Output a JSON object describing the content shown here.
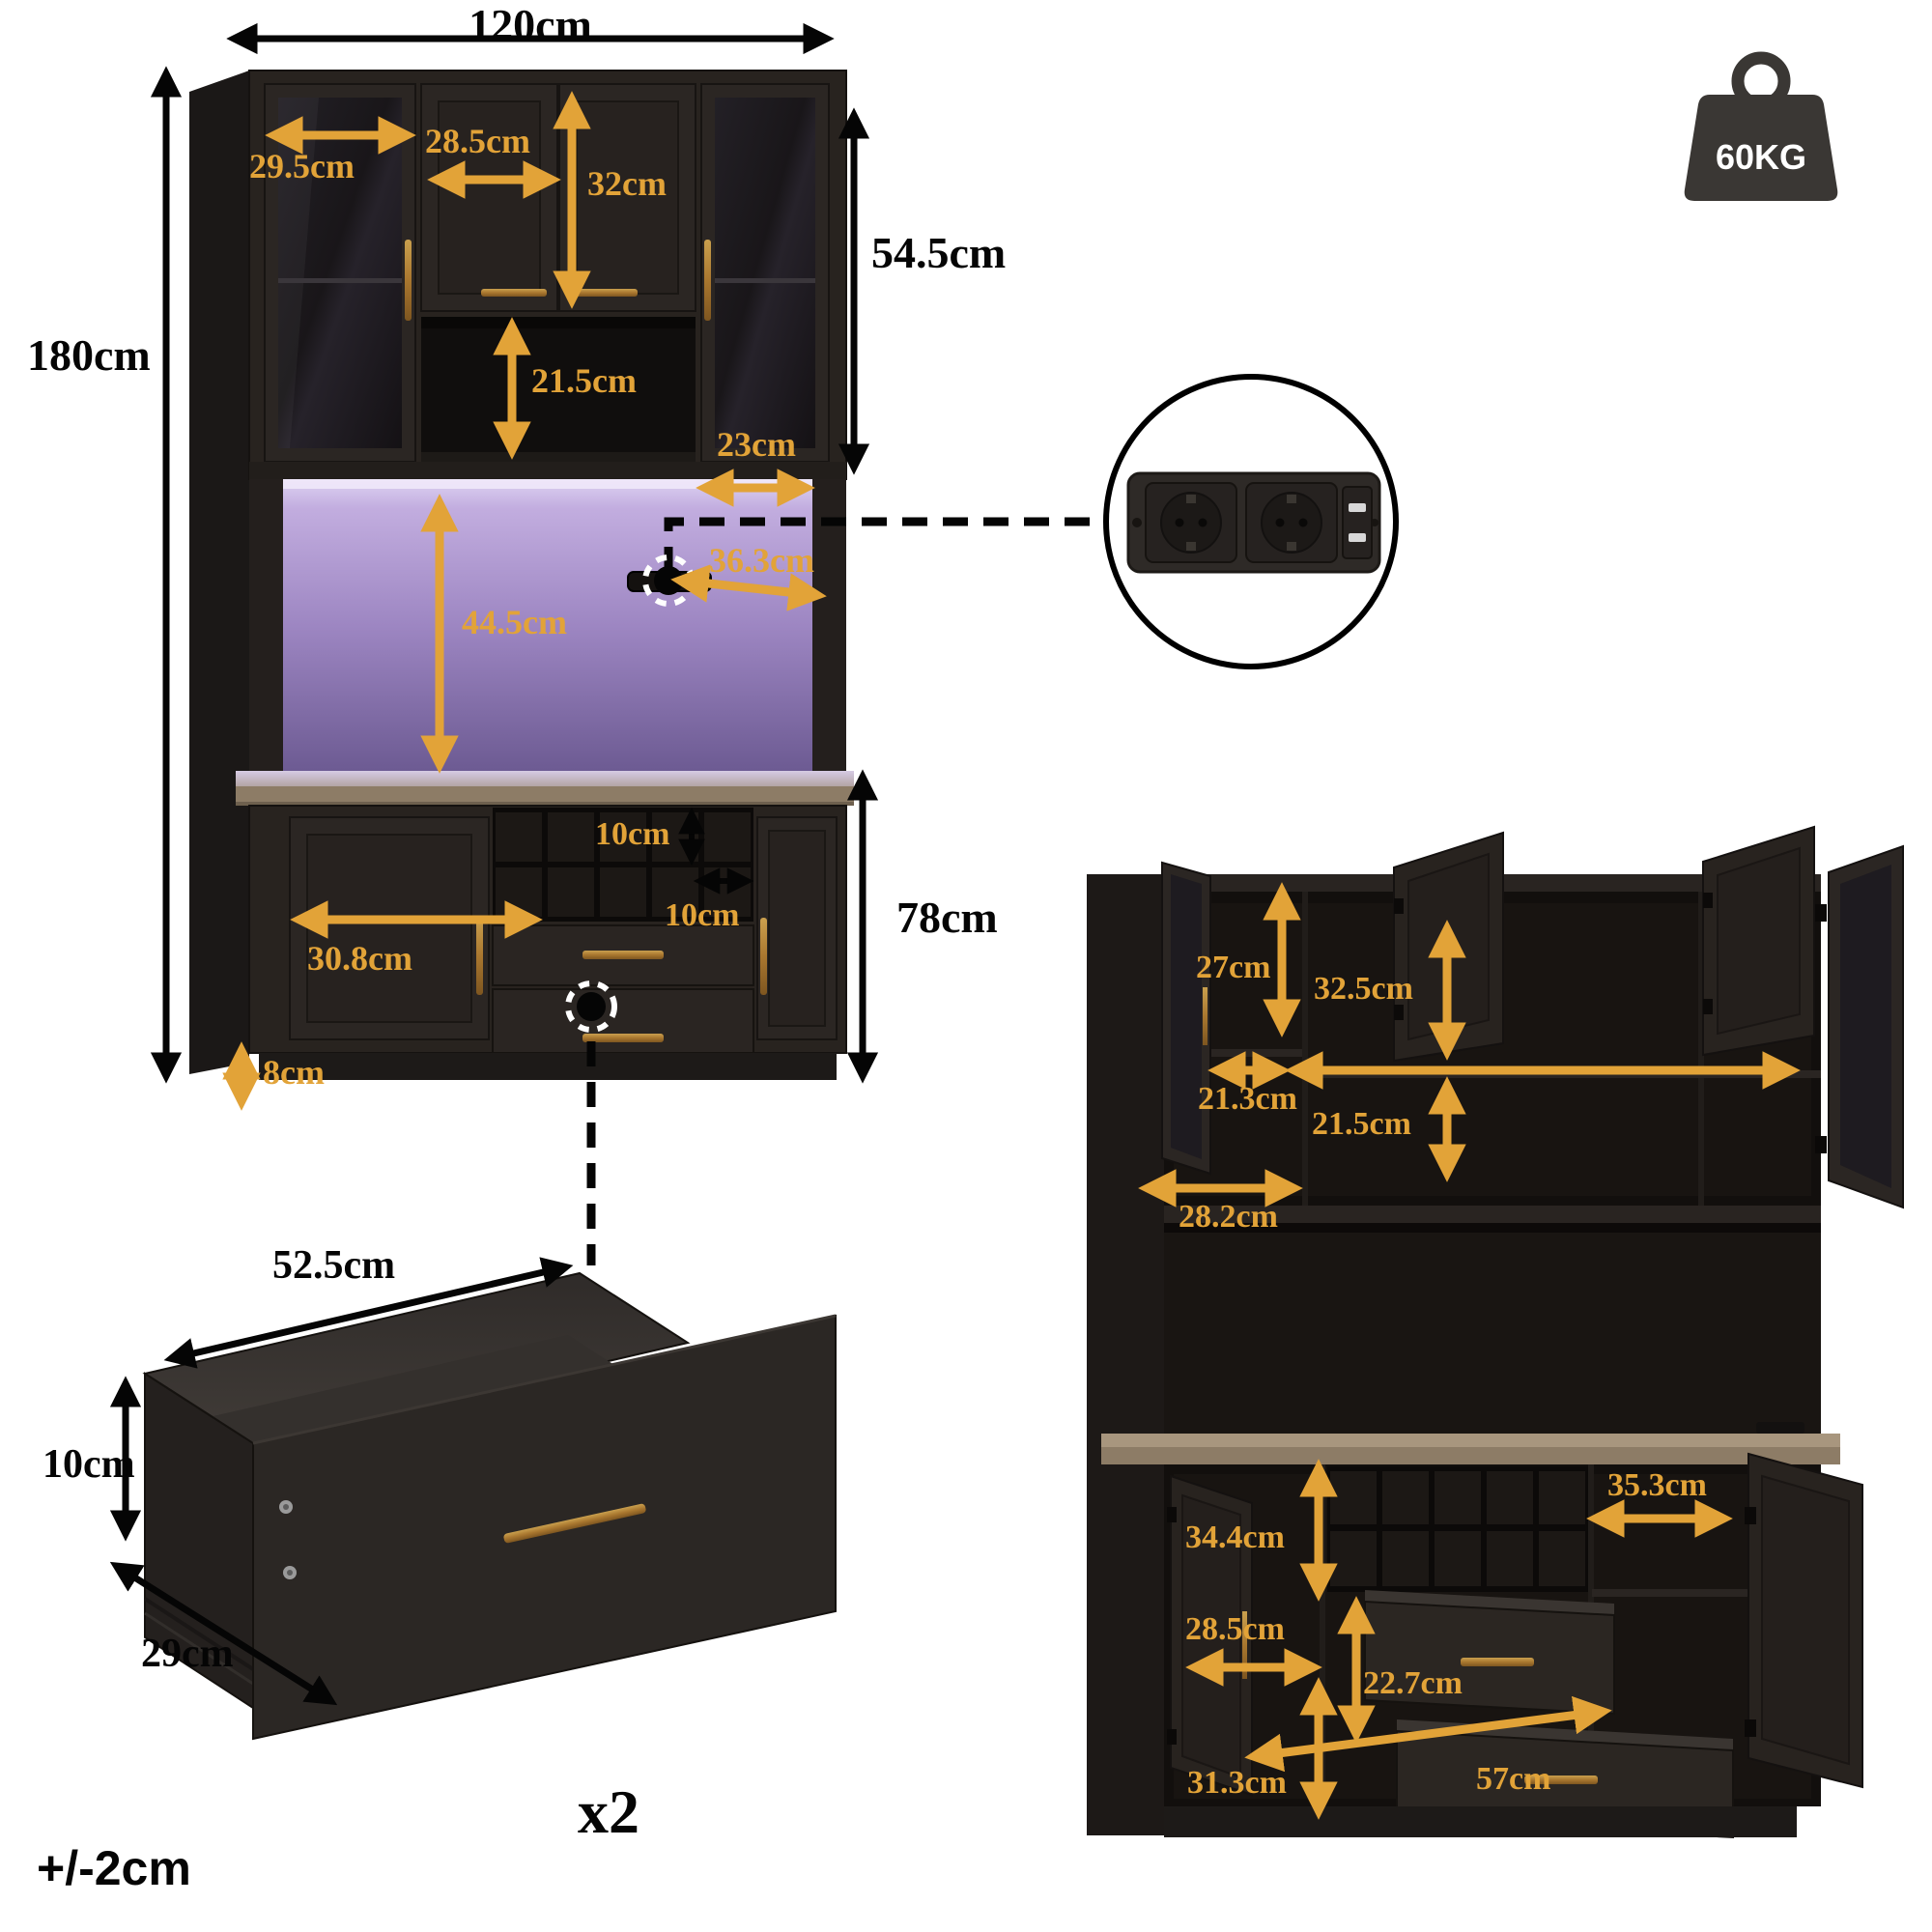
{
  "front_view": {
    "width_top": "120cm",
    "height_left": "180cm",
    "hutch_height": "54.5cm",
    "base_height": "78cm",
    "plinth_height": "8cm",
    "glass_door_width": "29.5cm",
    "center_door_width": "28.5cm",
    "center_door_height": "32cm",
    "shelf_opening_height": "21.5cm",
    "led_opening_height": "44.5cm",
    "counter_depth": "23cm",
    "outlet_offset": "36.3cm",
    "base_door_width": "30.8cm",
    "cubby_height": "10cm",
    "cubby_width": "10cm"
  },
  "open_view": {
    "left_shelf_height": "27cm",
    "center_upper_height": "32.5cm",
    "left_compartment_width": "21.3cm",
    "center_lower_height": "21.5cm",
    "hutch_depth": "28.2cm",
    "base_upper_height": "34.4cm",
    "base_door_width": "28.5cm",
    "base_lower_height": "31.3cm",
    "drawer_front_height": "22.7cm",
    "drawer_width": "57cm",
    "right_compartment_width": "35.3cm"
  },
  "drawer_detail": {
    "width": "52.5cm",
    "height": "10cm",
    "depth": "29cm",
    "quantity": "x2"
  },
  "weight_capacity": "60KG",
  "tolerance": "+/-2cm",
  "colors": {
    "accent": "#E2A338",
    "label": "#050505",
    "led_purple": "#A78BD0",
    "cabinet": "#262120",
    "counter_wood": "#8D7C66"
  }
}
